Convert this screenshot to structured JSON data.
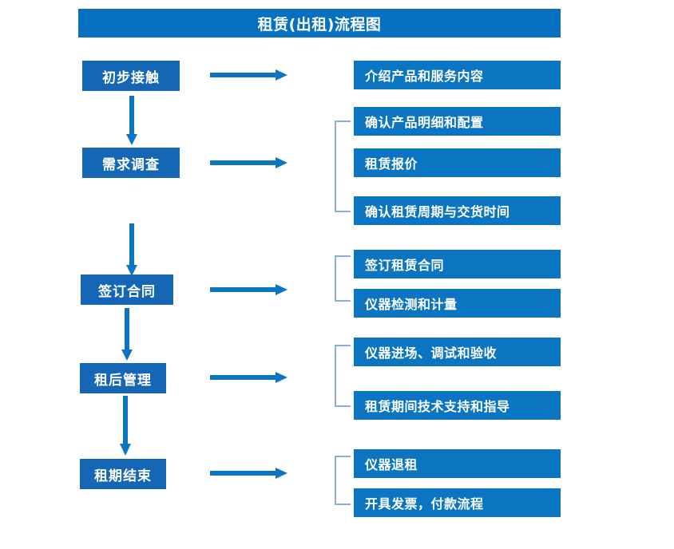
{
  "diagram": {
    "title": "租赁(出租)流程图",
    "colors": {
      "title_bg": "#0770C0",
      "stage_bg": "#1567B5",
      "detail_bg": "#0B75C2",
      "arrow": "#0B75C2",
      "bracket": "#8FAADC",
      "text": "#FFFFFF",
      "page_bg": "#FFFFFF"
    },
    "stages": [
      {
        "label": "初步接触"
      },
      {
        "label": "需求调查"
      },
      {
        "label": "签订合同"
      },
      {
        "label": "租后管理"
      },
      {
        "label": "租期结束"
      }
    ],
    "details": [
      {
        "label": "介绍产品和服务内容"
      },
      {
        "label": "确认产品明细和配置"
      },
      {
        "label": "租赁报价"
      },
      {
        "label": "确认租赁周期与交货时间"
      },
      {
        "label": "签订租赁合同"
      },
      {
        "label": "仪器检测和计量"
      },
      {
        "label": "仪器进场、调试和验收"
      },
      {
        "label": "租赁期间技术支持和指导"
      },
      {
        "label": "仪器退租"
      },
      {
        "label": "开具发票，付款流程"
      }
    ],
    "groups": [
      {
        "name": "needs-survey-group",
        "members": [
          "确认产品明细和配置",
          "租赁报价",
          "确认租赁周期与交货时间"
        ]
      },
      {
        "name": "contract-group",
        "members": [
          "签订租赁合同",
          "仪器检测和计量"
        ]
      },
      {
        "name": "post-rental-group",
        "members": [
          "仪器进场、调试和验收",
          "租赁期间技术支持和指导"
        ]
      },
      {
        "name": "end-of-term-group",
        "members": [
          "仪器退租",
          "开具发票，付款流程"
        ]
      }
    ],
    "flow": [
      "初步接触 → 需求调查",
      "需求调查 → 签订合同",
      "签订合同 → 租后管理",
      "租后管理 → 租期结束"
    ]
  }
}
